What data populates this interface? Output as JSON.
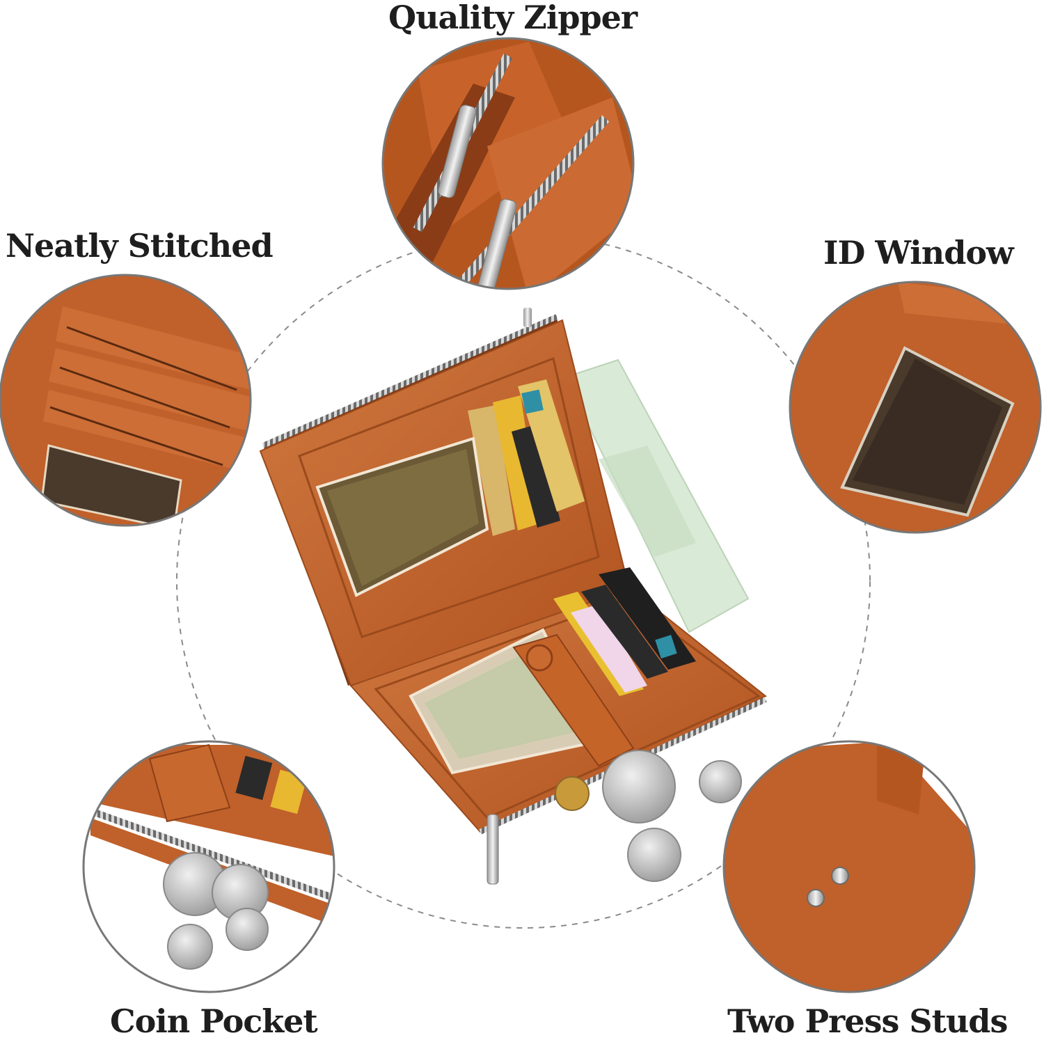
{
  "labels": {
    "quality_zipper": "Quality Zipper",
    "neatly_stitched": "Neatly Stitched",
    "id_window": "ID Window",
    "coin_pocket": "Coin Pocket",
    "two_press_studs": "Two Press Studs"
  },
  "colors": {
    "leather": "#c0602a",
    "leather_dark": "#8e3f17",
    "leather_light": "#d27a44",
    "window": "#4a3a2c",
    "metal": "#c8c8c8",
    "dashed_circle": "#888888",
    "circle_border": "#777777",
    "cash": "#d9ead6"
  }
}
